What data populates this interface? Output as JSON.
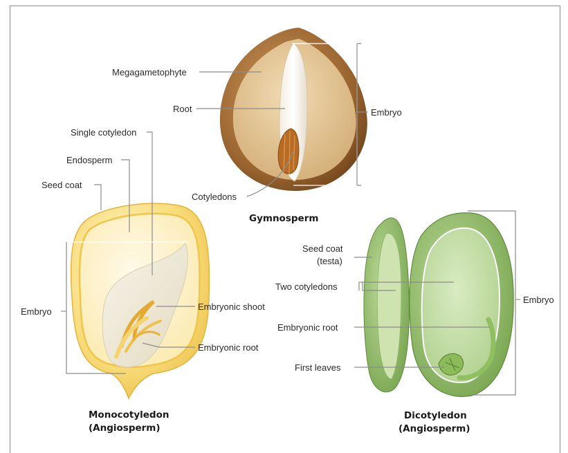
{
  "gymnosperm": {
    "title": "Gymnosperm",
    "labels": {
      "megagametophyte": "Megagametophyte",
      "root": "Root",
      "cotyledons": "Cotyledons",
      "embryo": "Embryo"
    }
  },
  "monocot": {
    "title_line1": "Monocotyledon",
    "title_line2": "(Angiosperm)",
    "labels": {
      "single_cotyledon": "Single cotyledon",
      "endosperm": "Endosperm",
      "seed_coat": "Seed coat",
      "embryo": "Embryo",
      "embryonic_shoot": "Embryonic shoot",
      "embryonic_root": "Embryonic root"
    }
  },
  "dicot": {
    "title_line1": "Dicotyledon",
    "title_line2": "(Angiosperm)",
    "labels": {
      "seed_coat_line1": "Seed coat",
      "seed_coat_line2": "(testa)",
      "two_cotyledons": "Two cotyledons",
      "embryonic_root": "Embryonic root",
      "first_leaves": "First leaves",
      "embryo": "Embryo"
    }
  },
  "colors": {
    "gymno_coat": "#8a5a2b",
    "gymno_inner": "#d9b885",
    "mono_coat": "#f4d060",
    "mono_endosperm": "#fbeec0",
    "dicot_coat": "#7fae55",
    "dicot_inner": "#cfe3b1"
  }
}
